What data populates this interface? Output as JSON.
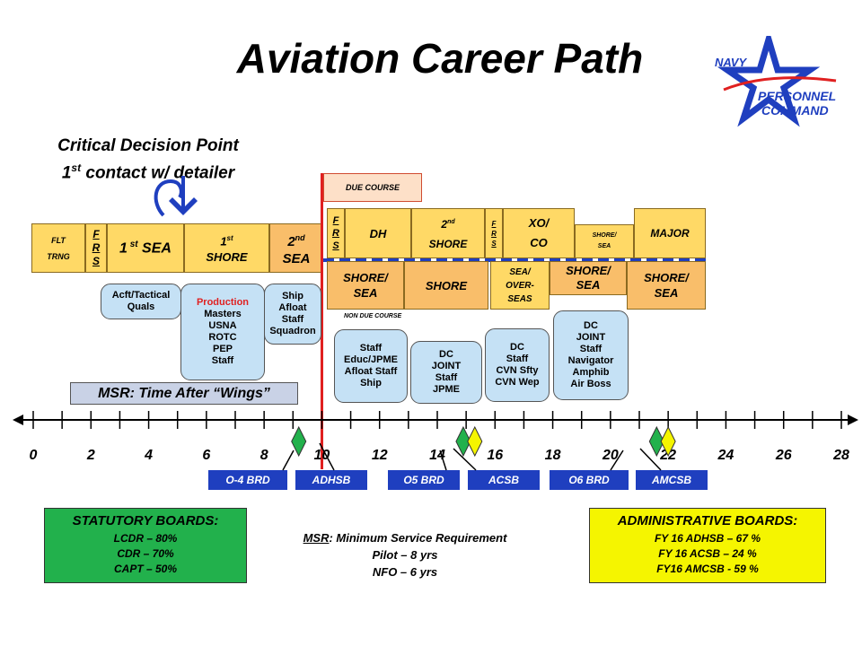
{
  "title": "Aviation Career Path",
  "logo": {
    "line1": "NAVY",
    "line2": "PERSONNEL",
    "line3": "COMMAND",
    "color": "#1f3fbf",
    "accent": "#e02020"
  },
  "decision_point": {
    "line1": "Critical Decision Point",
    "line2_pre": "1",
    "line2_sup": "st",
    "line2_post": " contact w/ detailer"
  },
  "colors": {
    "yellow": "#ffd966",
    "orange": "#f9be6a",
    "blue_note": "#c5e1f5",
    "board_blue": "#1f3fbf",
    "green": "#22b14c",
    "diamond_yellow": "#f5f500",
    "red_line": "#e02020"
  },
  "due_course_label": "DUE COURSE",
  "non_due_course_label": "NON DUE COURSE",
  "top_row": {
    "flt_trng": {
      "line1": "FLT",
      "line2": "TRNG"
    },
    "frs_a": {
      "l1": "F",
      "l2": "R",
      "l3": "S"
    },
    "first_sea": {
      "pre": "1",
      "sup": " st",
      "post": " SEA"
    },
    "first_shore": {
      "pre": "1",
      "sup": "st",
      "line2": "SHORE"
    },
    "second_sea": {
      "pre": "2",
      "sup": "nd",
      "line2": "SEA"
    },
    "frs_b": {
      "l1": "F",
      "l2": "R",
      "l3": "S"
    },
    "dh": "DH",
    "second_shore": {
      "pre": "2",
      "sup": "nd",
      "line2": "SHORE"
    },
    "frs_c": {
      "l1": "F",
      "l2": "R",
      "l3": "S"
    },
    "xo_co": {
      "line1": "XO/",
      "line2": "CO"
    },
    "shore_sea_small": {
      "line1": "SHORE/",
      "line2": "SEA"
    },
    "major": "MAJOR"
  },
  "lower_row": {
    "shore_sea_a": {
      "line1": "SHORE/",
      "line2": "SEA"
    },
    "shore_b": "SHORE",
    "sea_overseas": {
      "line1": "SEA/",
      "line2": "OVER-",
      "line3": "SEAS"
    },
    "shore_sea_c": {
      "line1": "SHORE/",
      "line2": "SEA"
    },
    "shore_sea_d": {
      "line1": "SHORE/",
      "line2": "SEA"
    }
  },
  "notes": {
    "acft": {
      "line1": "Acft/Tactical",
      "line2": "Quals"
    },
    "production": {
      "line1": "Production",
      "line2": "Masters",
      "line3": "USNA",
      "line4": "ROTC",
      "line5": "PEP",
      "line6": "Staff"
    },
    "ship": {
      "line1": "Ship",
      "line2": "Afloat",
      "line3": "Staff",
      "line4": "Squadron"
    },
    "staff_educ": {
      "line1": "Staff",
      "line2": "Educ/JPME",
      "line3": "Afloat Staff",
      "line4": "Ship"
    },
    "dc_joint": {
      "line1": "DC",
      "line2": "JOINT",
      "line3": "Staff",
      "line4": "JPME"
    },
    "dc_staff": {
      "line1": "DC",
      "line2": "Staff",
      "line3": "CVN Sfty",
      "line4": "CVN Wep"
    },
    "dc_joint_nav": {
      "line1": "DC",
      "line2": "JOINT",
      "line3": "Staff",
      "line4": "Navigator",
      "line5": "Amphib",
      "line6": "Air Boss"
    }
  },
  "msr_bar": "MSR: Time After “Wings”",
  "axis": {
    "min": 0,
    "max": 28,
    "major_step": 2,
    "ticks": [
      "0",
      "2",
      "4",
      "6",
      "8",
      "10",
      "12",
      "14",
      "16",
      "18",
      "20",
      "22",
      "24",
      "26",
      "28"
    ]
  },
  "markers": [
    {
      "year": 9.2,
      "color": "green"
    },
    {
      "year": 14.9,
      "color": "green"
    },
    {
      "year": 15.3,
      "color": "yellow"
    },
    {
      "year": 21.6,
      "color": "green"
    },
    {
      "year": 22.0,
      "color": "yellow"
    }
  ],
  "boards": [
    {
      "label": "O-4 BRD"
    },
    {
      "label": "ADHSB"
    },
    {
      "label": "O5 BRD"
    },
    {
      "label": "ACSB"
    },
    {
      "label": "O6 BRD"
    },
    {
      "label": "AMCSB"
    }
  ],
  "statutory": {
    "title": "STATUTORY BOARDS:",
    "items": [
      "LCDR – 80%",
      "CDR – 70%",
      "CAPT – 50%"
    ],
    "bg": "#22b14c"
  },
  "msr_notes": {
    "line1_u": "MSR",
    "line1_rest": ": Minimum Service Requirement",
    "line2": "Pilot – 8 yrs",
    "line3": "NFO – 6 yrs"
  },
  "administrative": {
    "title": "ADMINISTRATIVE BOARDS:",
    "items": [
      "FY 16 ADHSB – 67 %",
      "FY 16 ACSB – 24 %",
      "FY16 AMCSB  - 59 %"
    ],
    "bg": "#f5f500"
  }
}
